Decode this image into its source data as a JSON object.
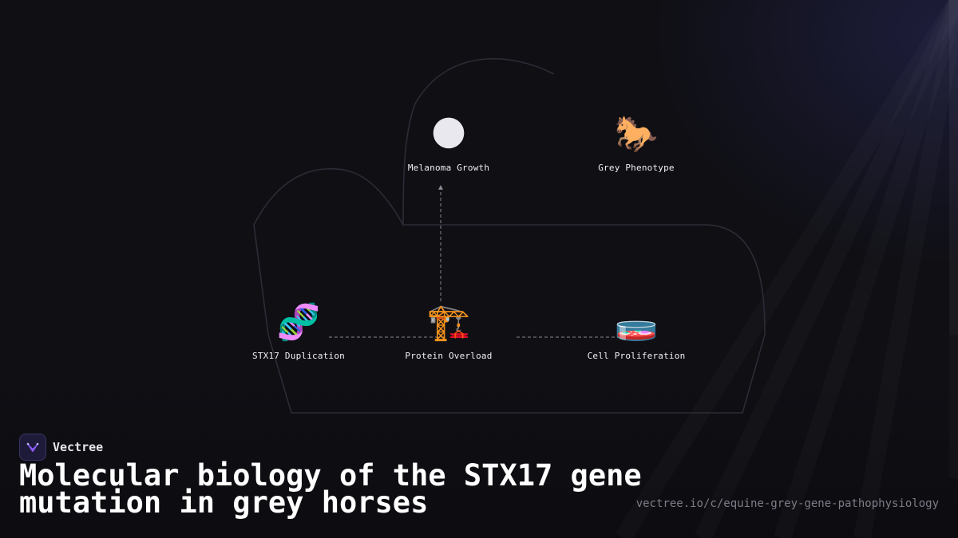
{
  "diagram": {
    "nodes": [
      {
        "id": "melanoma",
        "label": "Melanoma Growth",
        "icon": "dark-moon-icon",
        "glyph": "🌑"
      },
      {
        "id": "grey",
        "label": "Grey Phenotype",
        "icon": "horse-icon",
        "glyph": "🐎"
      },
      {
        "id": "stx17",
        "label": "STX17 Duplication",
        "icon": "dna-icon",
        "glyph": "🧬"
      },
      {
        "id": "protein",
        "label": "Protein Overload",
        "icon": "construction-crane-icon",
        "glyph": "🏗️"
      },
      {
        "id": "cell",
        "label": "Cell Proliferation",
        "icon": "petri-dish-icon",
        "glyph": "🧫"
      }
    ],
    "edges": [
      {
        "from": "stx17",
        "to": "protein"
      },
      {
        "from": "protein",
        "to": "cell"
      },
      {
        "from": "protein",
        "to": "melanoma"
      }
    ]
  },
  "brand": {
    "name": "Vectree",
    "icon": "vectree-logo-icon"
  },
  "title": "Molecular biology of the STX17 gene mutation in grey horses",
  "url": "vectree.io/c/equine-grey-gene-pathophysiology",
  "colors": {
    "background": "#0f0f14",
    "accent": "#7b5cff",
    "edge": "#8a8a95"
  }
}
